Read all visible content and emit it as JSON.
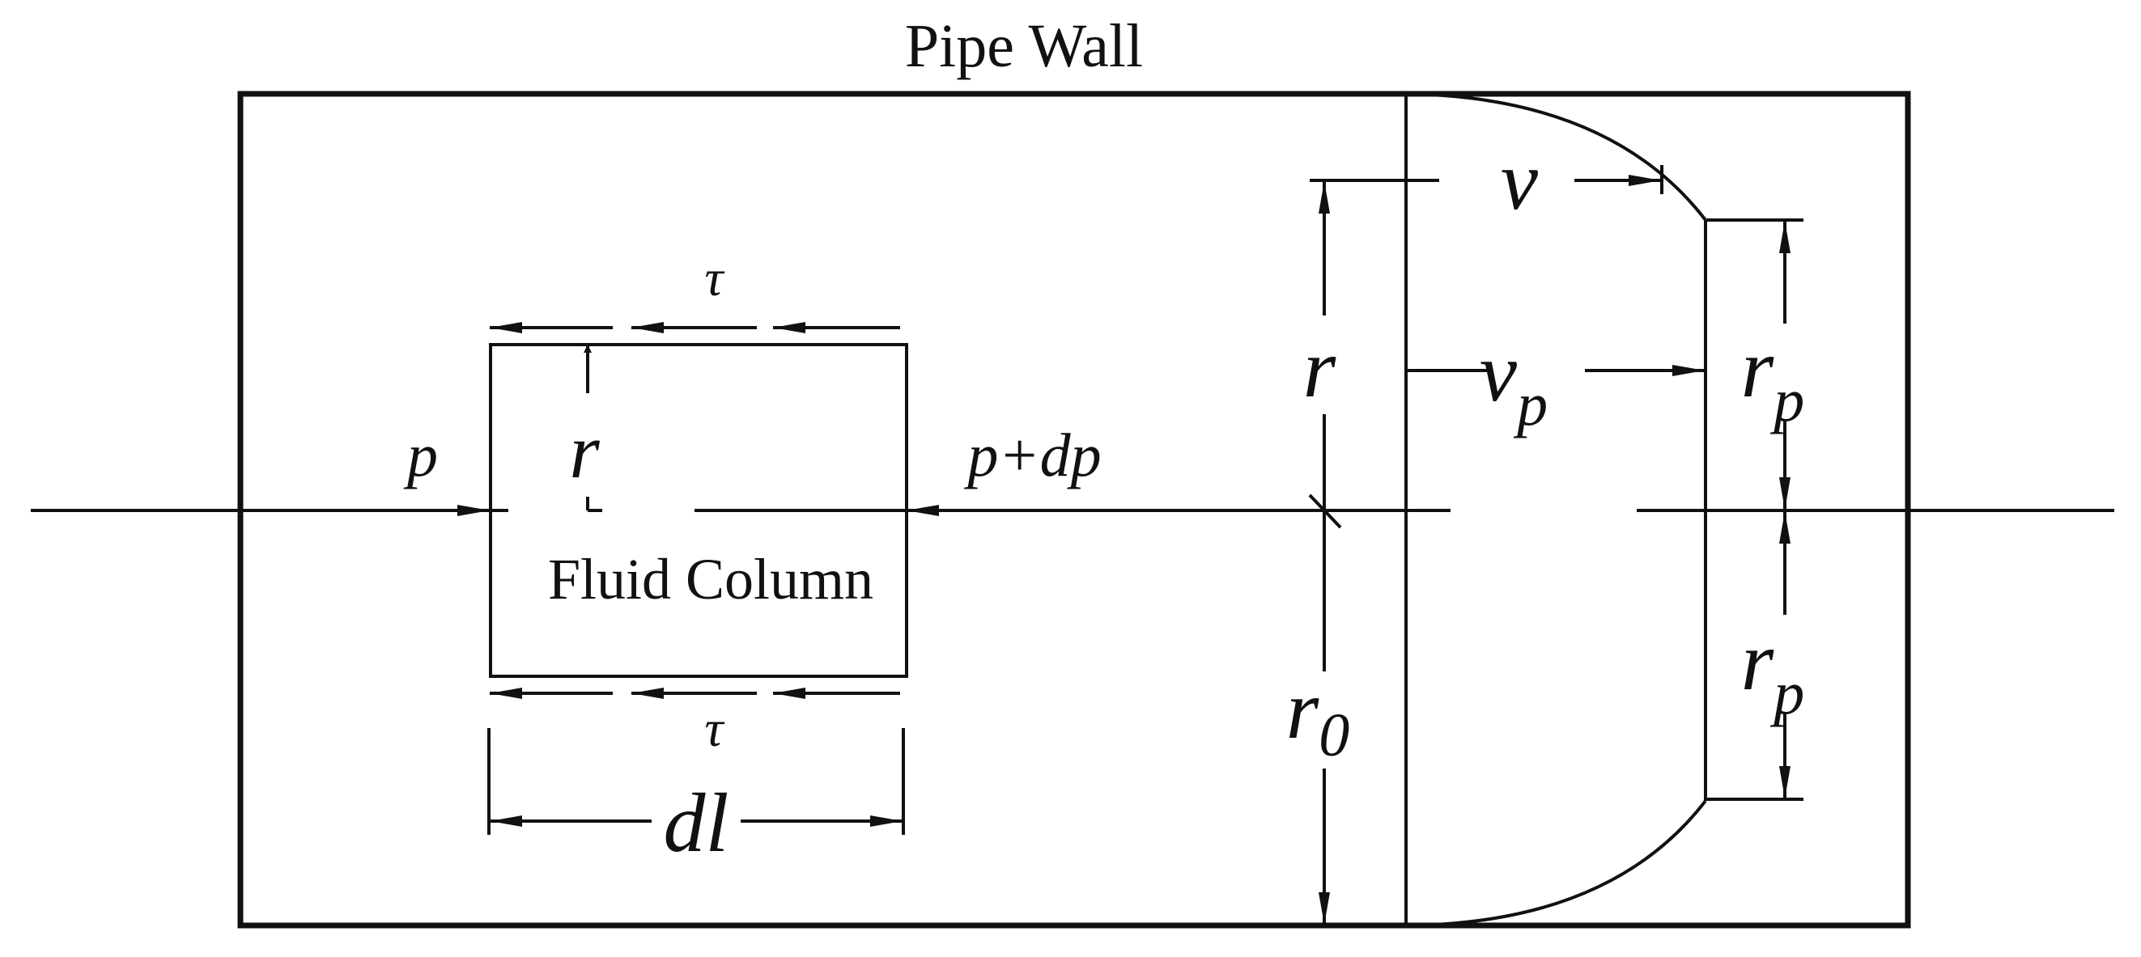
{
  "labels": {
    "pipe_wall": "Pipe Wall",
    "fluid_column": "Fluid Column",
    "tau": "τ",
    "p": "p",
    "p_plus_dp": "p+dp",
    "r_column": "r",
    "dl": "dl",
    "r_profile": "r",
    "r0_main": "r",
    "r0_sub": "0",
    "v": "v",
    "vp_main": "v",
    "vp_sub": "p",
    "rp_top_main": "r",
    "rp_top_sub": "p",
    "rp_bottom_main": "r",
    "rp_bottom_sub": "p"
  },
  "colors": {
    "ink": "#111111",
    "background": "#ffffff"
  }
}
